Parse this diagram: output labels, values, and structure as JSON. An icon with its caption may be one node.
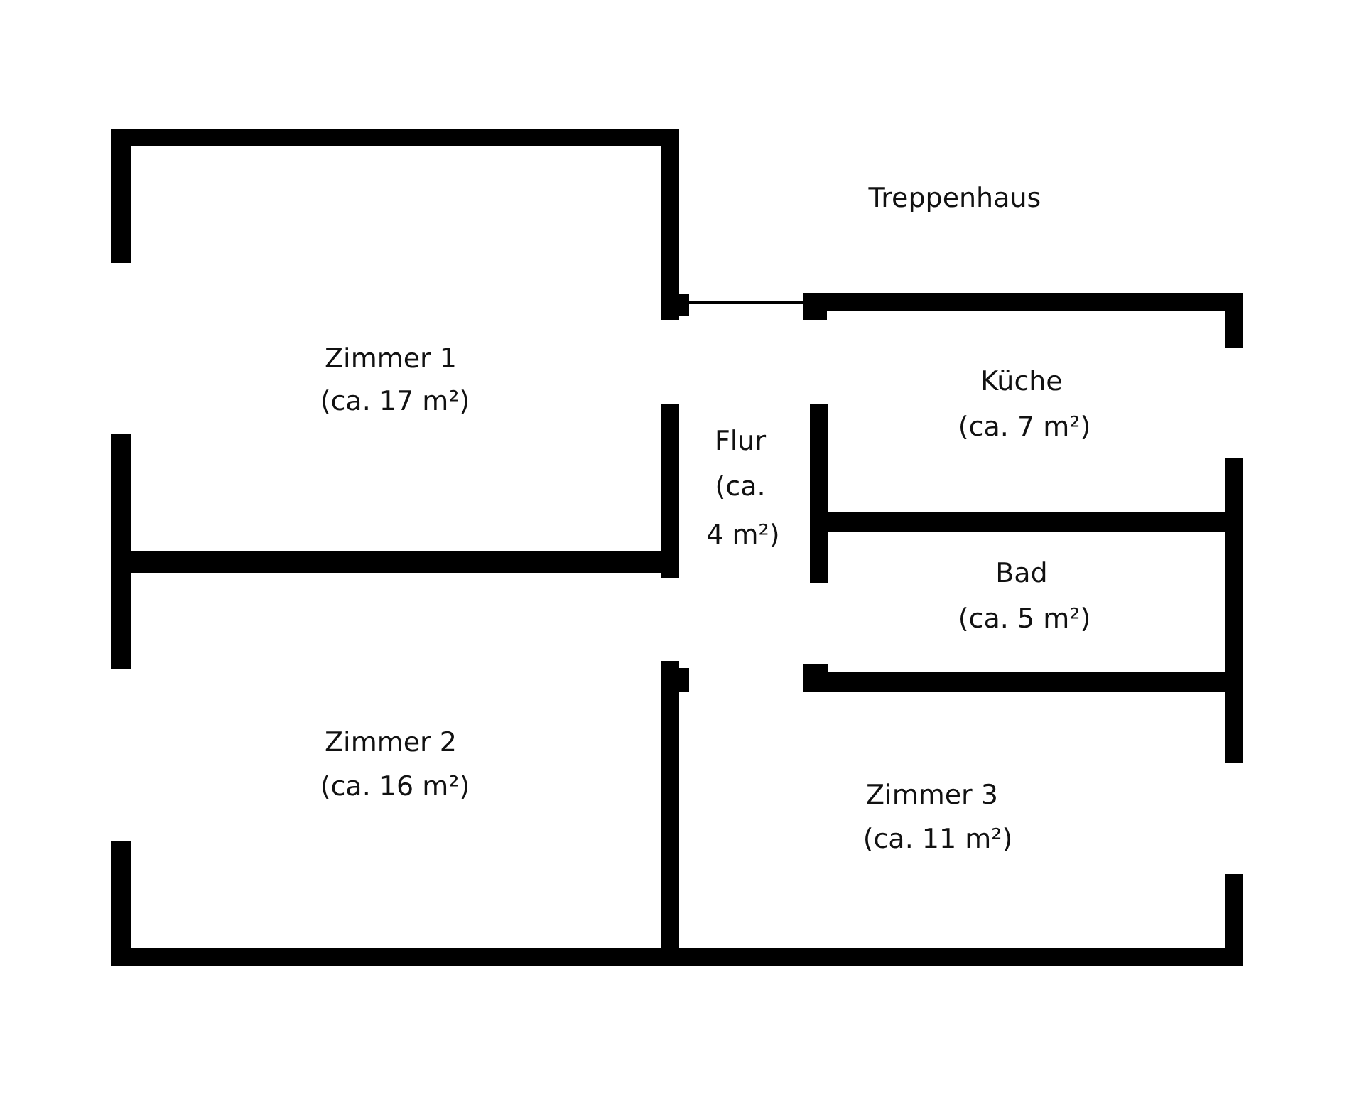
{
  "diagram": {
    "labels": [
      "Treppenhaus",
      "Zimmer 1",
      "(ca. 17 m²)",
      "Küche",
      "(ca. 7 m²)",
      "Flur",
      "(ca.",
      "4 m²)",
      "Bad",
      "(ca. 5 m²)",
      "Zimmer 2",
      "(ca. 16 m²)",
      "Zimmer 3",
      "(ca. 11 m²)"
    ]
  }
}
